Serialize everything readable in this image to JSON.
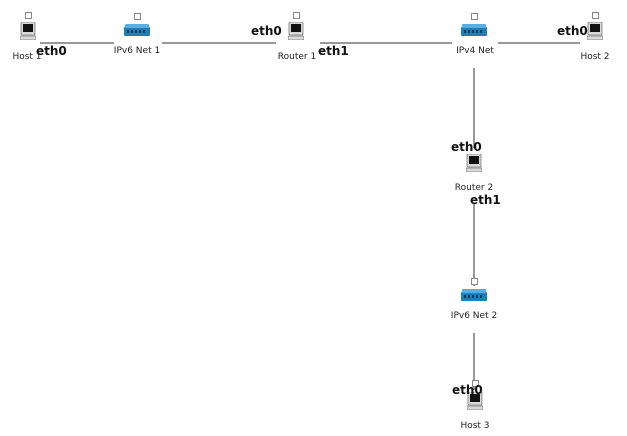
{
  "colors": {
    "link": "#333333",
    "host_screen": "#111111",
    "host_body": "#d9d9d9",
    "hub_body": "#1f7fb2",
    "hub_top": "#58aee0"
  },
  "nodes": {
    "host1": {
      "label": "Host 1",
      "icon": "computer-icon"
    },
    "ipv6net1": {
      "label": "IPv6 Net 1",
      "icon": "hub-icon"
    },
    "router1": {
      "label": "Router 1",
      "icon": "computer-icon"
    },
    "ipv4net": {
      "label": "IPv4 Net",
      "icon": "hub-icon"
    },
    "host2": {
      "label": "Host 2",
      "icon": "computer-icon"
    },
    "router2": {
      "label": "Router 2",
      "icon": "computer-icon"
    },
    "ipv6net2": {
      "label": "IPv6 Net 2",
      "icon": "hub-icon"
    },
    "host3": {
      "label": "Host 3",
      "icon": "computer-icon"
    }
  },
  "ports": {
    "host1_eth0": "eth0",
    "router1_eth0": "eth0",
    "router1_eth1": "eth1",
    "host2_eth0": "eth0",
    "router2_eth0": "eth0",
    "router2_eth1": "eth1",
    "host3_eth0": "eth0"
  }
}
